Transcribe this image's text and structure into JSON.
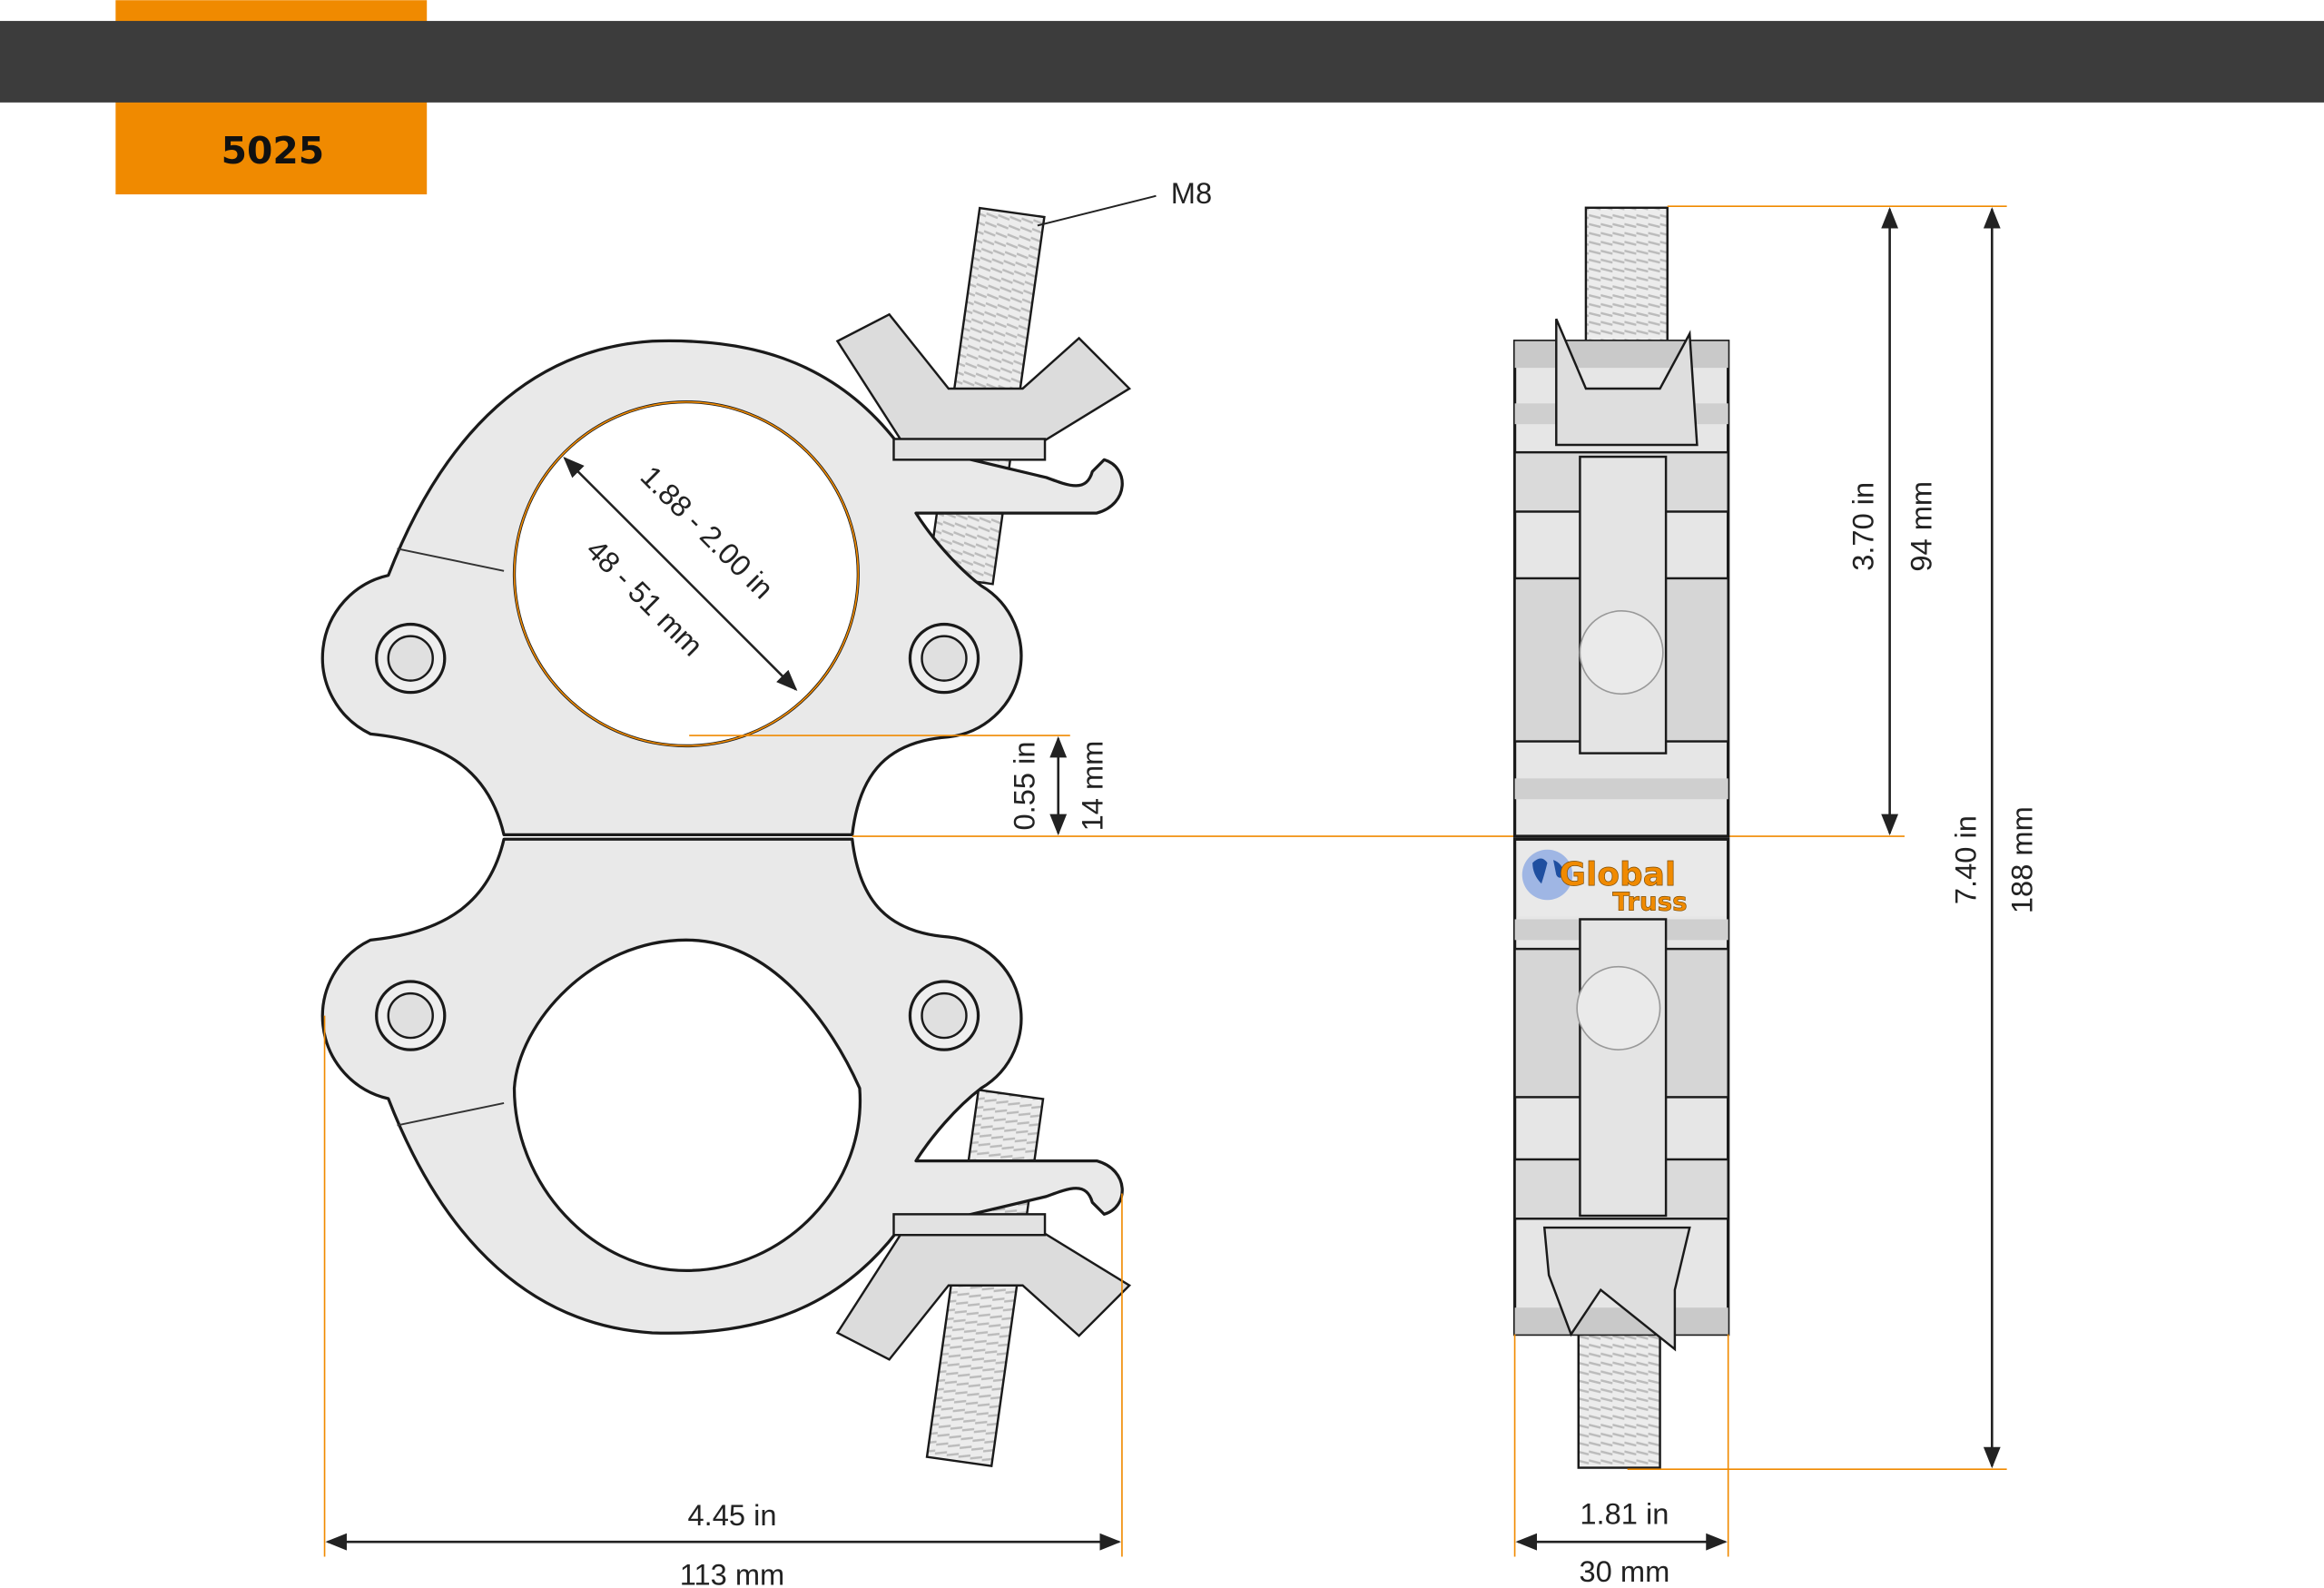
{
  "header": {
    "model": "5025"
  },
  "labels": {
    "thread": "M8",
    "tube_diameter_in": "1.88 - 2.00 in",
    "tube_diameter_mm": "48 - 51 mm",
    "gap_in": "0.55 in",
    "gap_mm": "14 mm",
    "width_in": "4.45 in",
    "width_mm": "113 mm",
    "depth_in": "1.81 in",
    "depth_mm": "30 mm",
    "half_height_in": "3.70 in",
    "half_height_mm": "94 mm",
    "height_in": "7.40 in",
    "height_mm": "188 mm"
  },
  "logo": {
    "line1": "Global",
    "line2": "Truss"
  },
  "colors": {
    "header_bar": "#3c3c3c",
    "accent": "#f08a00",
    "logo_globe": "#1f4fa0"
  }
}
